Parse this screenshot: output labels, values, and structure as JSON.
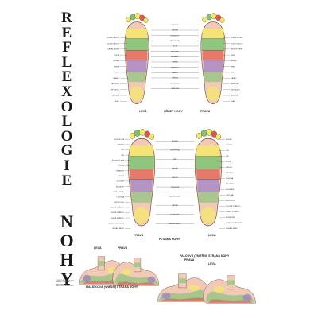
{
  "title": {
    "word1": [
      "R",
      "E",
      "F",
      "L",
      "E",
      "X",
      "O",
      "L",
      "O",
      "G",
      "I",
      "E"
    ],
    "word2": [
      "N",
      "O",
      "H",
      "Y"
    ]
  },
  "top": {
    "caption_left": "LEVÁ",
    "caption_center": "HŘBET NOHY",
    "caption_right": "PRAVÁ",
    "left_labels": [
      "HORNÍ ČELIST",
      "DOLNÍ ČELIST",
      "KRČNÍ PÁTEŘ",
      "ÚSTA",
      "HRTAN",
      "PRSA",
      "PLÍCE",
      "PÁNEV",
      "VAJEČNÍK",
      "CHODIDLO",
      "VARLATA",
      "SVAL"
    ],
    "center_labels": [
      "MANDLE",
      "HRTAN",
      "HLASIVKY",
      "BRONCHIE",
      "PLÍCE",
      "HRUDNÍK",
      "RAMENO",
      "ŽEBRA",
      "BRÁNICE",
      "PÁNEV",
      "TŘÍSLA",
      "VEJCOVOD",
      "VARLATA"
    ],
    "right_labels": [
      "HORNÍ ČELIST",
      "DOLNÍ ČELIST",
      "KRČNÍ PÁTEŘ",
      "ÚSTA",
      "HRTAN",
      "PRSA",
      "PLÍCE",
      "PÁNEV",
      "VAJEČNÍK",
      "CHODIDLO",
      "VARLATA",
      "SVAL"
    ]
  },
  "middle": {
    "caption_left": "PRAVÁ",
    "caption_center": "PLOSKA NOHY",
    "caption_right": "LEVÁ",
    "left_labels": [
      "HYPOFÝZA",
      "DUTINY",
      "OČI",
      "UŠI",
      "ŠTÍTNÁ ŽLÁZA",
      "PLÍCE",
      "RAMENO",
      "JÁTRA",
      "ŽLUČNÍK",
      "ŽALUDEK",
      "DVANÁCTNÍK",
      "LEDVINA",
      "MOČOVOD",
      "TLUSTÉ STŘEVO",
      "TENKÉ STŘEVO",
      "SLEPÉ STŘEVO",
      "MOČOVÝ MĚCHÝŘ",
      "SEDACÍ NERV"
    ],
    "center_labels": [
      "MOZEK",
      "HYPOFÝZA",
      "KRK",
      "PÁTEŘ",
      "SRDCE",
      "SLINIVKA",
      "NADLEDVINKY",
      "PÁTEŘ",
      "KONEČNÍK",
      "SEDACÍ NERV"
    ],
    "right_labels": [
      "MOZEK",
      "DUTINY",
      "OČI",
      "UŠI",
      "PLÍCE",
      "SRDCE",
      "RAMENO",
      "SLEZINA",
      "ŽALUDEK",
      "SLINIVKA",
      "LEDVINA",
      "MOČOVOD",
      "TLUSTÉ STŘEVO",
      "TENKÉ STŘEVO",
      "KONEČNÍK",
      "MOČOVÝ MĚCHÝŘ",
      "SEDACÍ NERV"
    ]
  },
  "bottom_left": {
    "caption_a": "LEVÁ",
    "caption_b": "PRAVÁ",
    "caption": "MALÍČKOVÁ (VNĚJŠÍ) STRANA NOHY"
  },
  "bottom_right": {
    "caption": "PALCOVÁ (VNITŘNÍ) STRANA NOHY",
    "caption_a": "PRAVÁ",
    "caption_b": "LEVÁ"
  },
  "copyright": [
    "© 2010 P. A. Medica, s.r.o.",
    "ilustrace: P.A.Medica",
    "www.pamedica.cz",
    "ISBN 978-80-86000-00-0"
  ],
  "colors": {
    "ink": "#222222",
    "green": "#7cc576",
    "yellow": "#f3e96a",
    "red": "#e2574c",
    "purple": "#9b7cc9",
    "skin": "#f1c9b4"
  }
}
